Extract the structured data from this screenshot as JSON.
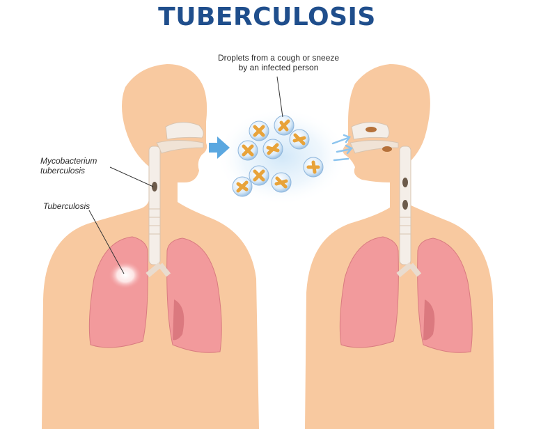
{
  "title": "TUBERCULOSIS",
  "labels": {
    "droplets_line1": "Droplets from a cough or sneeze",
    "droplets_line2": "by an infected person",
    "mycobacterium_line1": "Mycobacterium",
    "mycobacterium_line2": "tuberculosis",
    "tuberculosis": "Tuberculosis"
  },
  "colors": {
    "title": "#1f4e8c",
    "skin": "#f8c9a0",
    "skin_shadow": "#f0b98c",
    "lung": "#f29a9c",
    "lung_dark": "#d97b80",
    "trachea": "#f4eee8",
    "arrow": "#5aa7e0",
    "droplet_glow": "#d8ecfa",
    "bacteria": "#e8a33a"
  }
}
